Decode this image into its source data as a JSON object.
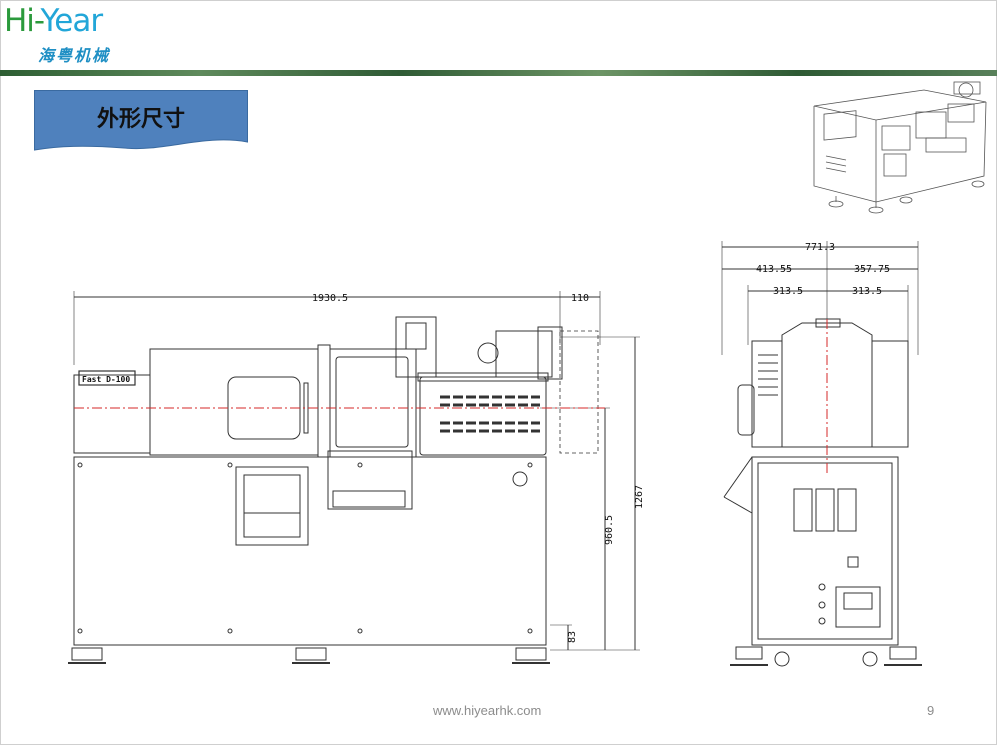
{
  "header": {
    "logo_hi": "Hi-",
    "logo_year": "Year",
    "logo_cn": "海粤机械"
  },
  "slide": {
    "title": "外形尺寸",
    "machine_label": "Fast D-100"
  },
  "dimensions": {
    "front_length": "1930.5",
    "front_extra": "110",
    "total_height": "1267",
    "center_height": "960.5",
    "foot_height": "83",
    "side_width": "771.3",
    "side_left": "413.55",
    "side_right": "357.75",
    "half_left": "313.5",
    "half_right": "313.5"
  },
  "footer": {
    "url": "www.hiyearhk.com",
    "page": "9"
  },
  "colors": {
    "logo_blue": "#22a6d8",
    "logo_green": "#2b9a3c",
    "title_box": "#4f81bd",
    "center_line": "#d42a2a"
  }
}
